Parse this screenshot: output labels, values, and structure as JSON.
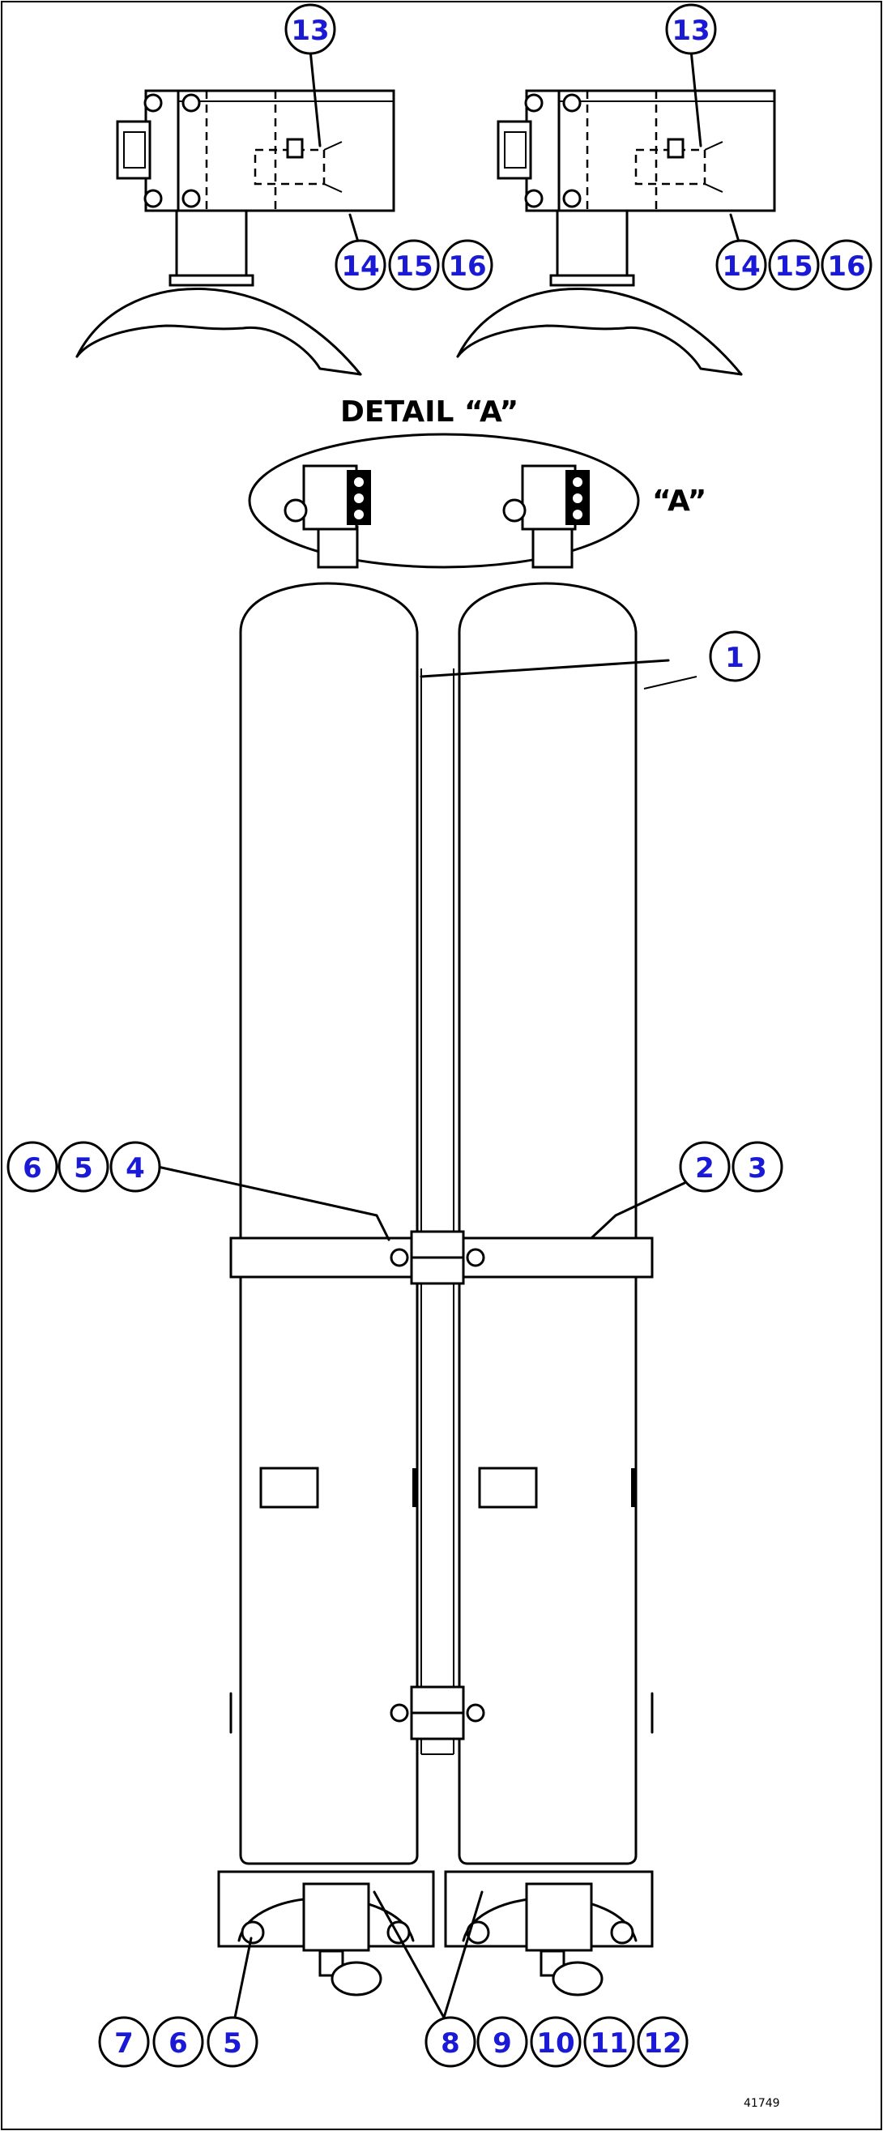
{
  "labels": {
    "detail_title": "DETAIL “A”",
    "detail_ref": "“A”",
    "figure_ref": "41749"
  },
  "callout_color": "#1a1ad6",
  "callouts": [
    "13",
    "14",
    "15",
    "16",
    "13",
    "14",
    "15",
    "16",
    "1",
    "6",
    "5",
    "4",
    "2",
    "3",
    "7",
    "6",
    "5",
    "8",
    "9",
    "10",
    "11",
    "12"
  ]
}
